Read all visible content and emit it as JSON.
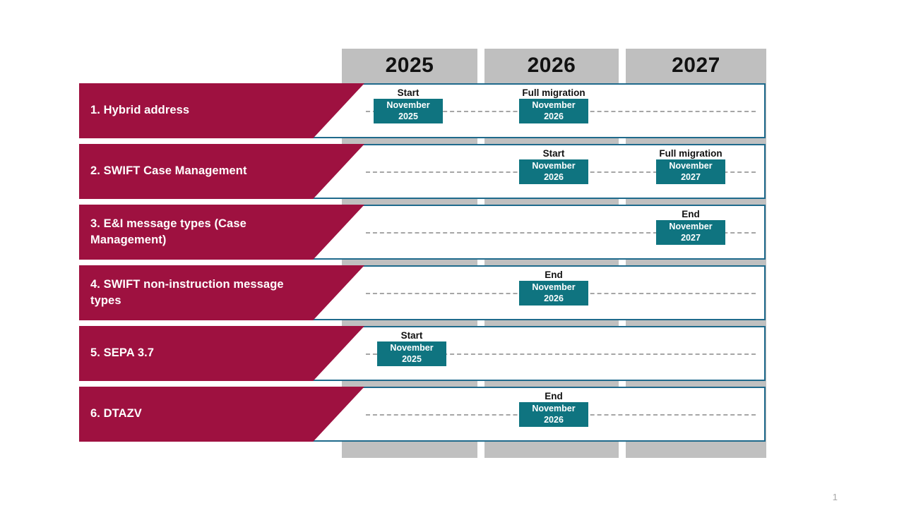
{
  "slide": {
    "page_number": "1",
    "colors": {
      "label_red": "#9e1140",
      "milestone_teal": "#0f7480",
      "row_border": "#1f6a8c",
      "band_gray": "#c0c0c0",
      "dash_gray": "#a6a6a6"
    }
  },
  "timeline": {
    "years": [
      {
        "label": "2025"
      },
      {
        "label": "2026"
      },
      {
        "label": "2027"
      }
    ],
    "rows": [
      {
        "label": "1. Hybrid address",
        "milestones": [
          {
            "caption": "Start",
            "month": "November",
            "year": "2025"
          },
          {
            "caption": "Full migration",
            "month": "November",
            "year": "2026"
          }
        ]
      },
      {
        "label": "2. SWIFT Case Management",
        "milestones": [
          {
            "caption": "Start",
            "month": "November",
            "year": "2026"
          },
          {
            "caption": "Full migration",
            "month": "November",
            "year": "2027"
          }
        ]
      },
      {
        "label": "3. E&I message types (Case Management)",
        "milestones": [
          {
            "caption": "End",
            "month": "November",
            "year": "2027"
          }
        ]
      },
      {
        "label": "4. SWIFT non-instruction message types",
        "milestones": [
          {
            "caption": "End",
            "month": "November",
            "year": "2026"
          }
        ]
      },
      {
        "label": "5. SEPA 3.7",
        "milestones": [
          {
            "caption": "Start",
            "month": "November",
            "year": "2025"
          }
        ]
      },
      {
        "label": "6. DTAZV",
        "milestones": [
          {
            "caption": "End",
            "month": "November",
            "year": "2026"
          }
        ]
      }
    ]
  }
}
